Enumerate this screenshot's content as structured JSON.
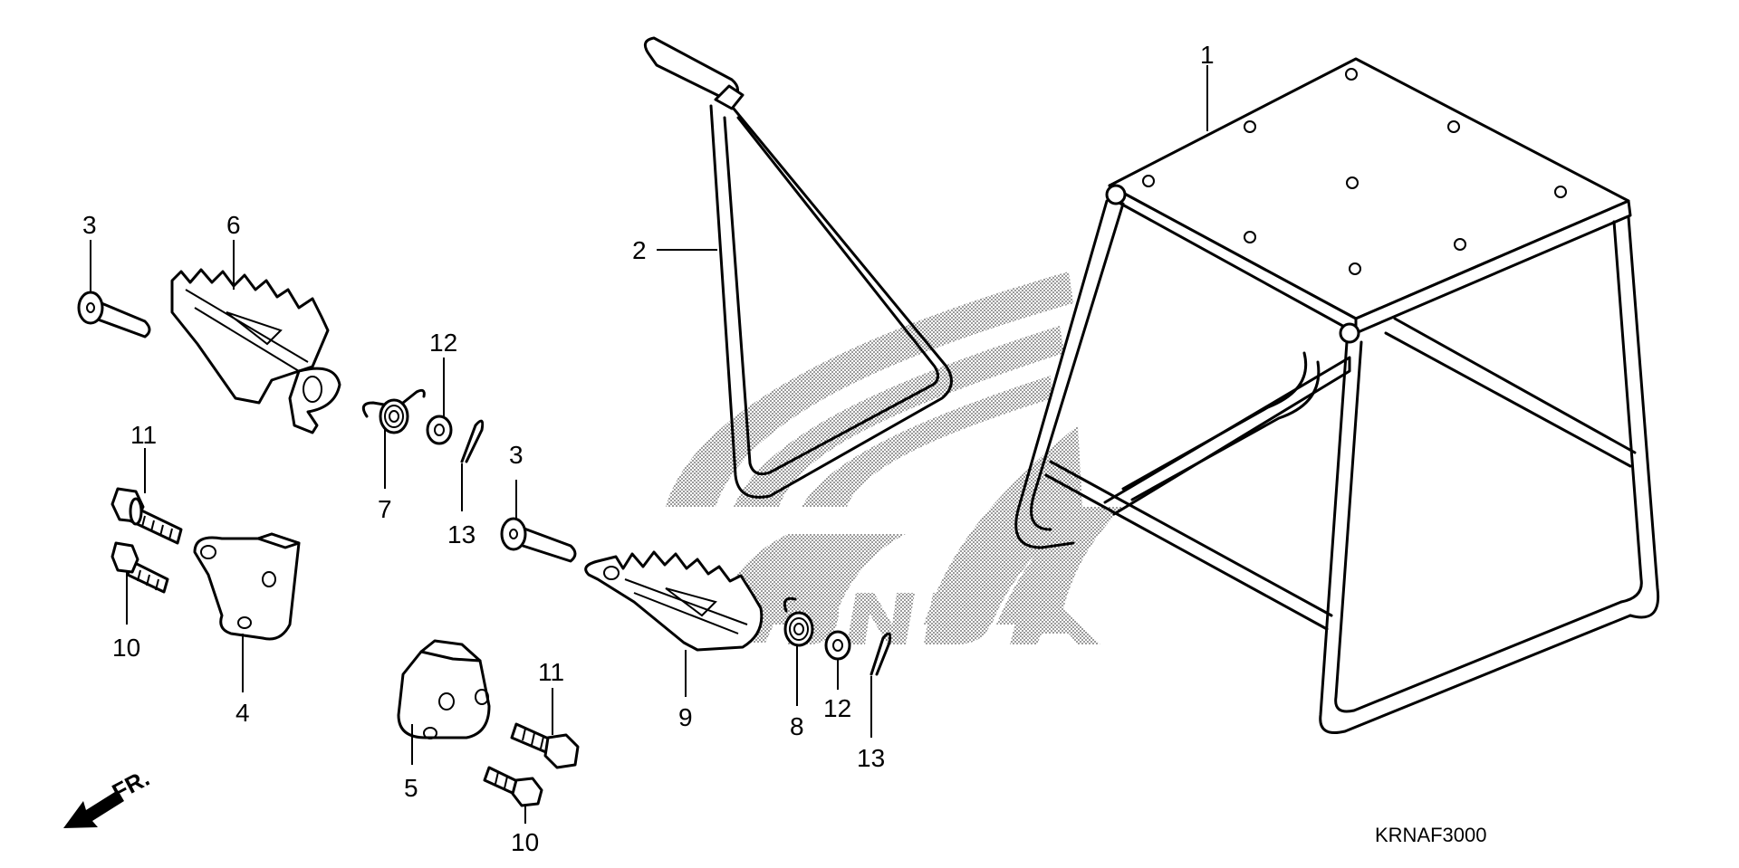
{
  "diagram": {
    "code": "KRNAF3000",
    "direction_label": "FR.",
    "callouts": {
      "c1": "1",
      "c2": "2",
      "c3a": "3",
      "c3b": "3",
      "c4": "4",
      "c5": "5",
      "c6": "6",
      "c7": "7",
      "c8": "8",
      "c9": "9",
      "c10a": "10",
      "c10b": "10",
      "c11a": "11",
      "c11b": "11",
      "c12a": "12",
      "c12b": "12",
      "c13a": "13",
      "c13b": "13"
    }
  }
}
